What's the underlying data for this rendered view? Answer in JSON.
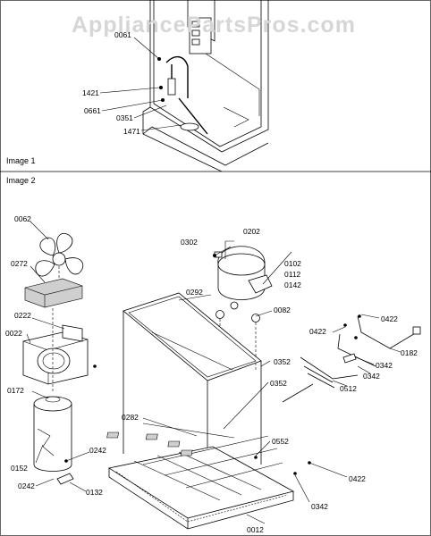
{
  "watermark": "AppliancePartsPros.com",
  "panels": [
    {
      "title": "Image 1"
    },
    {
      "title": "Image 2"
    }
  ],
  "image1_parts": [
    "0061",
    "1421",
    "0661",
    "0351",
    "1471"
  ],
  "image2_parts": [
    "0062",
    "0272",
    "0222",
    "0022",
    "0172",
    "0152",
    "0242",
    "0242",
    "0132",
    "0282",
    "0302",
    "0202",
    "0102",
    "0112",
    "0142",
    "0292",
    "0082",
    "0422",
    "0422",
    "0182",
    "0342",
    "0342",
    "0512",
    "0352",
    "0352",
    "0552",
    "0422",
    "0342",
    "0012"
  ]
}
